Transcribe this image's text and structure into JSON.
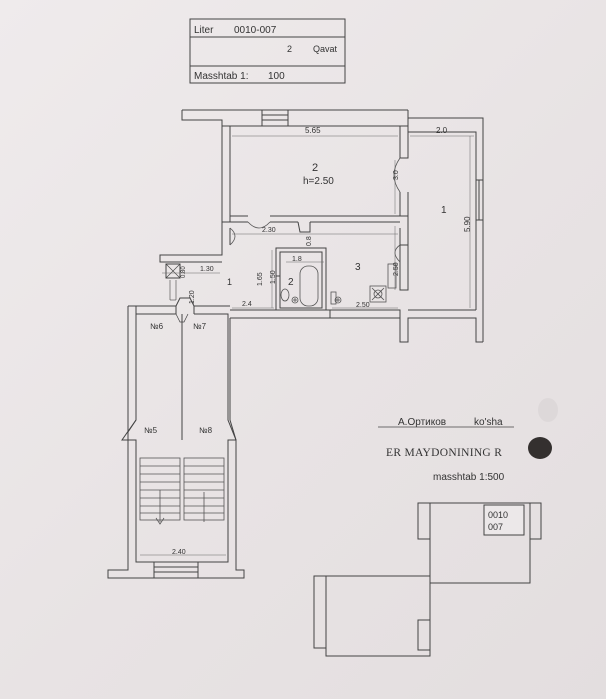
{
  "stamp": {
    "liter_label": "Liter",
    "liter_value": "0010-007",
    "floor_number": "2",
    "floor_label": "Qavat",
    "scale_label": "Masshtab 1:",
    "scale_value": "100"
  },
  "plan": {
    "room_1": "1",
    "room_2": "2",
    "room_2_height": "h=2.50",
    "room_3": "3",
    "bath_2": "2",
    "hall_1": "1",
    "dim_5_65": "5.65",
    "dim_2_0": "2.0",
    "dim_3_0": "3.0",
    "dim_5_90": "5.90",
    "dim_2_30": "2.30",
    "dim_0_8": "0.8",
    "dim_1_8": "1.8",
    "dim_1_50": "1.50",
    "dim_1_65": "1.65",
    "dim_2_50_v": "2.50",
    "dim_2_50_h": "2.50",
    "dim_1_30": "1.30",
    "dim_1_20": "1.20",
    "dim_0_80": "0.80",
    "dim_2_4": "2.4",
    "dim_2_40": "2.40",
    "apt_6": "№6",
    "apt_7": "№7",
    "apt_5": "№5",
    "apt_8": "№8"
  },
  "site": {
    "author": "А.Ортиков",
    "street": "ko'sha",
    "title": "ER MAYDONINING R",
    "scale": "masshtab 1:500",
    "parcel_line1": "0010",
    "parcel_line2": "007"
  }
}
